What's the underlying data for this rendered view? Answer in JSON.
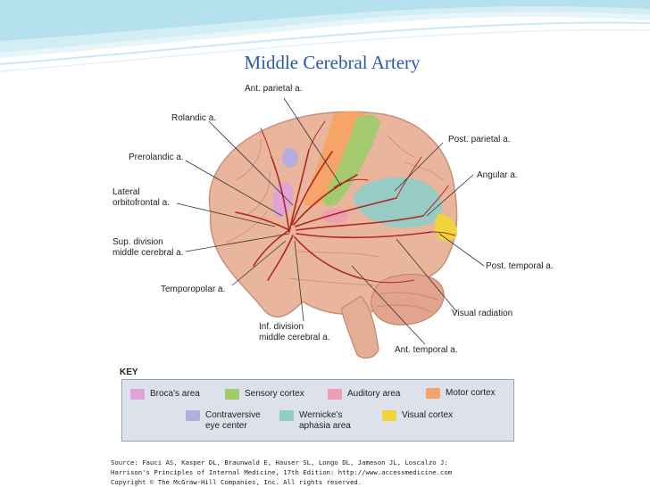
{
  "slide": {
    "title": "Middle Cerebral Artery"
  },
  "labels": {
    "ant_parietal": "Ant. parietal a.",
    "rolandic": "Rolandic a.",
    "prerolandic": "Prerolandic a.",
    "lateral_orbitofrontal_1": "Lateral",
    "lateral_orbitofrontal_2": "orbitofrontal a.",
    "sup_division_1": "Sup. division",
    "sup_division_2": "middle cerebral a.",
    "temporopolar": "Temporopolar a.",
    "inf_division_1": "Inf. division",
    "inf_division_2": "middle cerebral a.",
    "post_parietal": "Post. parietal a.",
    "angular": "Angular a.",
    "post_temporal": "Post. temporal a.",
    "visual_radiation": "Visual radiation",
    "ant_temporal": "Ant. temporal a."
  },
  "key": {
    "title": "KEY",
    "items": [
      {
        "line1": "Broca's area",
        "line2": "",
        "color": "#e0a3d6"
      },
      {
        "line1": "Sensory cortex",
        "line2": "",
        "color": "#9fcb6b"
      },
      {
        "line1": "Auditory area",
        "line2": "",
        "color": "#ef9eb1"
      },
      {
        "line1": "Motor cortex",
        "line2": "",
        "color": "#f4a464"
      },
      {
        "line1": "Contraversive",
        "line2": "eye center",
        "color": "#b3acdc"
      },
      {
        "line1": "Wernicke's",
        "line2": "aphasia area",
        "color": "#8fcdc8"
      },
      {
        "line1": "Visual cortex",
        "line2": "",
        "color": "#f0d43c"
      }
    ]
  },
  "source": {
    "line1": "Source: Fauci AS, Kasper DL, Braunwald E, Hauser SL, Longo DL, Jameson JL, Loscalzo J:",
    "line2": "Harrison's Principles of Internal Medicine, 17th Edition: http://www.accessmedicine.com",
    "line3": "Copyright © The McGraw-Hill Companies, Inc. All rights reserved."
  }
}
